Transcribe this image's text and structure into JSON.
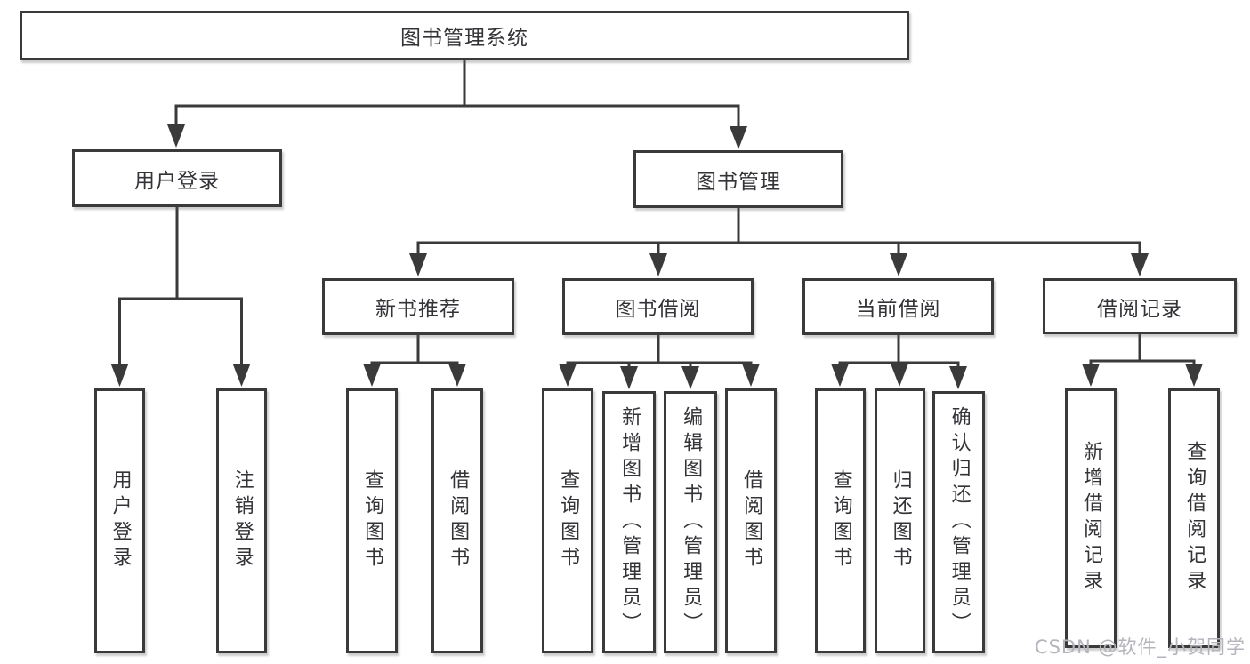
{
  "diagram_title": "图书管理系统",
  "tree": {
    "root": "图书管理系统",
    "branches": [
      {
        "label": "用户登录",
        "children": [
          "用户登录",
          "注销登录"
        ]
      },
      {
        "label": "图书管理",
        "sections": [
          {
            "label": "新书推荐",
            "children": [
              "查询图书",
              "借阅图书"
            ]
          },
          {
            "label": "图书借阅",
            "children": [
              "查询图书",
              "新增图书（管理员）",
              "编辑图书（管理员）",
              "借阅图书"
            ]
          },
          {
            "label": "当前借阅",
            "children": [
              "查询图书",
              "归还图书",
              "确认归还（管理员）"
            ]
          },
          {
            "label": "借阅记录",
            "children": [
              "新增借阅记录",
              "查询借阅记录"
            ]
          }
        ]
      }
    ]
  },
  "colors": {
    "line": "#3a3a3a",
    "box_border": "#3a3a3a",
    "text": "#333338",
    "watermark": "#b4b4bc"
  },
  "watermark": "CSDN @软件_小贺同学"
}
